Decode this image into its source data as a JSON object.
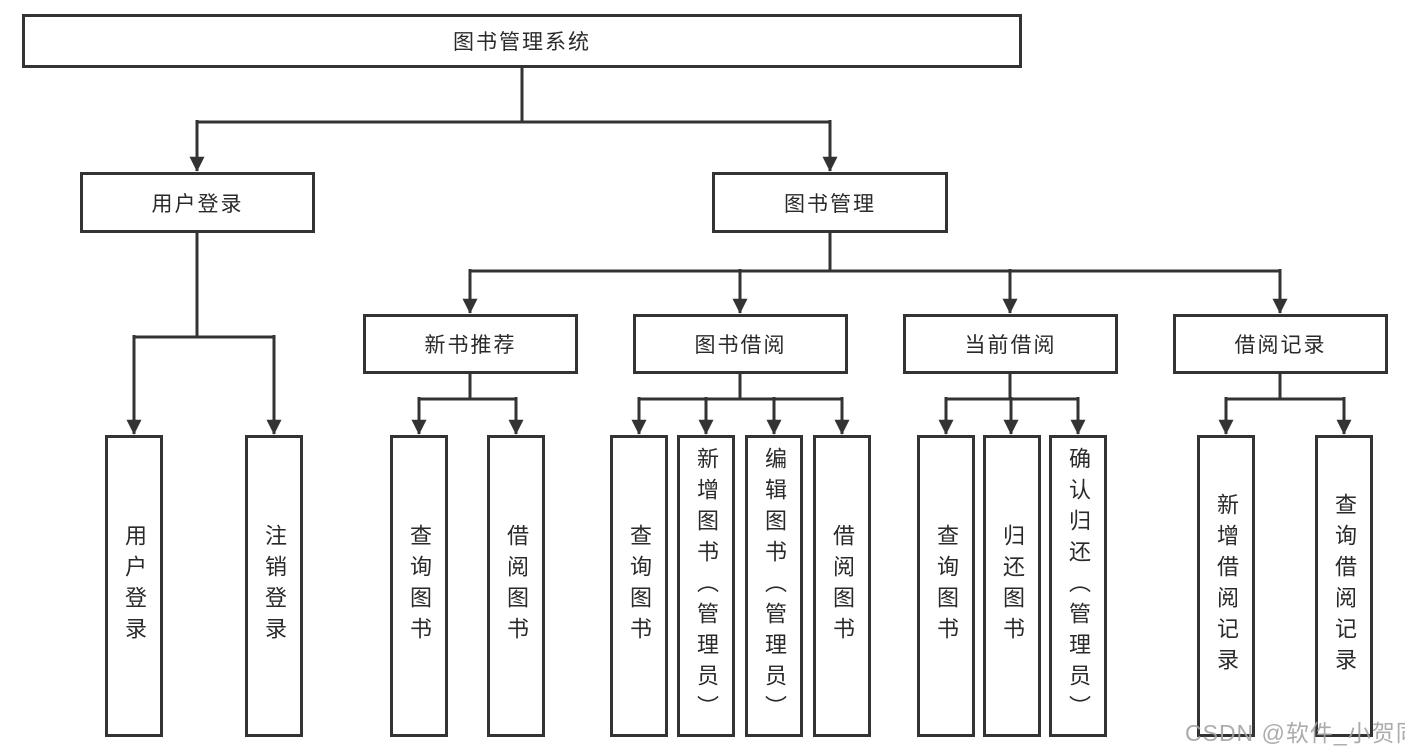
{
  "title": "图书管理系统",
  "nodes": {
    "root": "图书管理系统",
    "level2": [
      "用户登录",
      "图书管理"
    ],
    "level3": [
      "新书推荐",
      "图书借阅",
      "当前借阅",
      "借阅记录"
    ],
    "user_login_children": [
      "用户登录",
      "注销登录"
    ],
    "new_book_children": [
      "查询图书",
      "借阅图书"
    ],
    "book_borrow_children": [
      "查询图书",
      "新增图书（管理员）",
      "编辑图书（管理员）",
      "借阅图书"
    ],
    "current_borrow_children": [
      "查询图书",
      "归还图书",
      "确认归还（管理员）"
    ],
    "borrow_record_children": [
      "新增借阅记录",
      "查询借阅记录"
    ]
  },
  "watermark": "CSDN @软件_小贺同学",
  "colors": {
    "line": "#333333",
    "box_border": "#333333",
    "text": "#2a2a2a",
    "watermark": "#a3a3a3",
    "background": "#ffffff"
  }
}
